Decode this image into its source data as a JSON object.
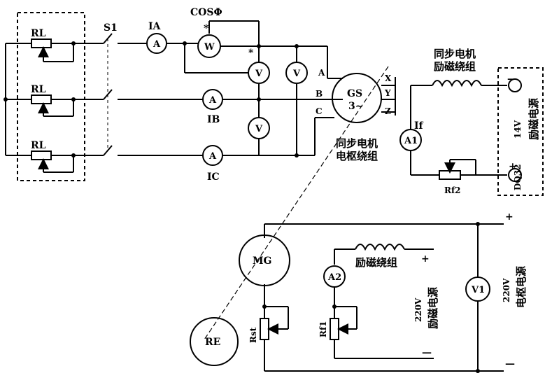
{
  "loads": {
    "label": "RL",
    "switch": "S1"
  },
  "meters": {
    "ammeter": "A",
    "voltmeter": "V",
    "wattmeter": "W",
    "power_factor": "COSΦ",
    "star": "*",
    "ia": "IA",
    "ib": "IB",
    "ic": "IC",
    "if": "If",
    "a1": "A1",
    "a2": "A2",
    "v1": "V1"
  },
  "generator": {
    "name": "GS",
    "phase": "3~",
    "terminals": [
      "A",
      "B",
      "C",
      "X",
      "Y",
      "Z"
    ],
    "armature_label_line1": "同步电机",
    "armature_label_line2": "电枢绕组",
    "field_label_line1": "同步电机",
    "field_label_line2": "励磁绕组"
  },
  "field_supply": {
    "voltage": "14V",
    "name": "励磁电源",
    "model": "DQ32",
    "minus": "—",
    "plus": "+",
    "rheostat": "Rf2"
  },
  "motor": {
    "name": "MG",
    "load": "RE",
    "armature_rheostat": "Rst",
    "field_rheostat": "Rf1",
    "field_winding": "励磁绕组",
    "field_supply_voltage": "220V",
    "field_supply_name": "励磁电源",
    "armature_supply_voltage": "220V",
    "armature_supply_name": "电枢电源",
    "plus": "+",
    "minus": "—"
  }
}
